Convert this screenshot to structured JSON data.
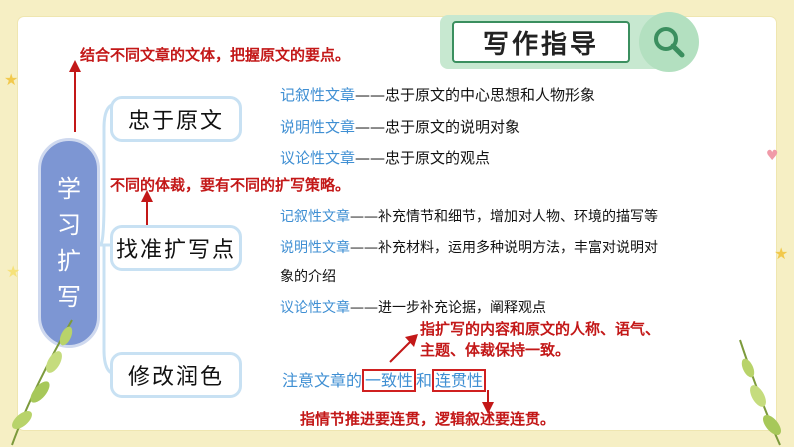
{
  "header": {
    "title": "写作指导",
    "icon": "search-icon"
  },
  "side": {
    "chars": [
      "学",
      "习",
      "扩",
      "写"
    ]
  },
  "nodes": {
    "n1": "忠于原文",
    "n2": "找准扩写点",
    "n3": "修改润色"
  },
  "notes": {
    "top": "结合不同文章的文体，把握原文的要点。",
    "mid": "不同的体裁，要有不同的扩写策略。",
    "right1": "指扩写的内容和原文的人称、语气、",
    "right2": "主题、体裁保持一致。",
    "bottom": "指情节推进要连贯，逻辑叙述要连贯。"
  },
  "section1": {
    "l1_type": "记叙性文章",
    "l1_text": "——忠于原文的中心思想和人物形象",
    "l2_type": "说明性文章",
    "l2_text": "——忠于原文的说明对象",
    "l3_type": "议论性文章",
    "l3_text": "——忠于原文的观点"
  },
  "section2": {
    "l1_type": "记叙性文章",
    "l1_text": "——补充情节和细节，增加对人物、环境的描写等",
    "l2_type": "说明性文章",
    "l2_text": "——补充材料，运用多种说明方法，丰富对说明对",
    "l2_cont": "象的介绍",
    "l3_type": "议论性文章",
    "l3_text": "——进一步补充论据，阐释观点"
  },
  "section3": {
    "prefix": "注意文章的",
    "term1": "一致性",
    "conj": "和",
    "term2": "连贯性"
  },
  "colors": {
    "accent_blue": "#3f8fd3",
    "note_red": "#c31818",
    "side_oval": "#7d96d3",
    "banner_green": "#c7e8d0"
  }
}
